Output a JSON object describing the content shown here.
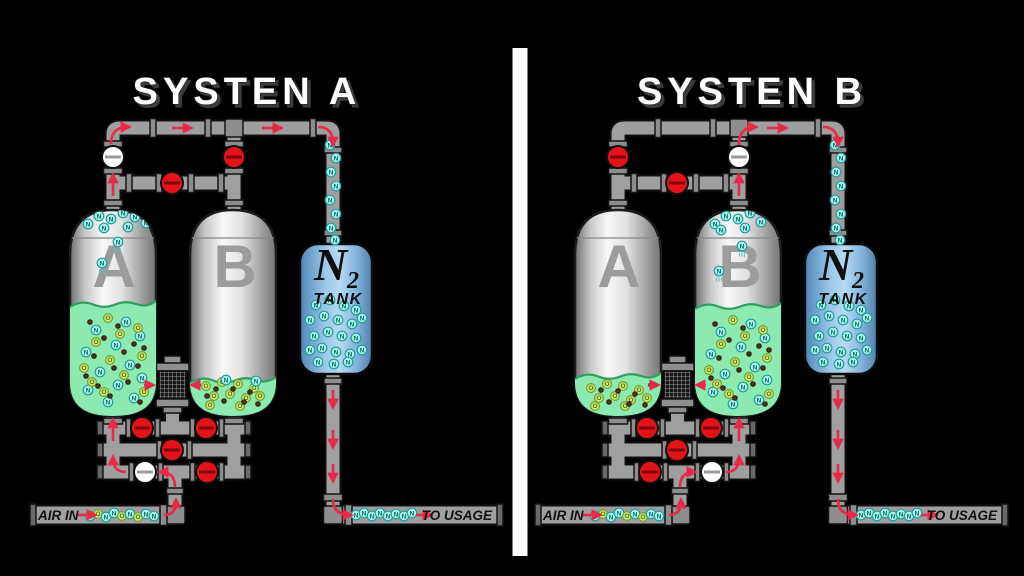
{
  "colors": {
    "background": "#000000",
    "pipe": "#9f9f9f",
    "pipe_outline": "#111111",
    "valve_open": "#ffffff",
    "valve_closed": "#e41219",
    "arrow": "#e8294a",
    "adsorbent_green": "#8ceab0",
    "n2_tank_blue": "#8cc0e8",
    "nitrogen_bubble": "#a8f0e6",
    "oxygen_molecule": "#cde97a",
    "impurity_dot": "#4f3418",
    "divider": "#ffffff",
    "title_text": "#ffffff",
    "tank_letter": "#9c9c9c",
    "label_text": "#111111"
  },
  "molecule_letters": {
    "n": "N",
    "o": "O"
  },
  "system_a": {
    "title": "SYSTEN A",
    "vessel_a_label": "A",
    "vessel_b_label": "B",
    "n2_tank": {
      "symbol": "N",
      "subscript": "2",
      "word": "TANK"
    },
    "air_in_label": "AIR IN",
    "to_usage_label": "TO USAGE",
    "valves": {
      "top_left": "open",
      "crossover": "closed",
      "top_right": "closed",
      "manifold_row1_left": "closed",
      "manifold_row1_right": "closed",
      "manifold_row2_center": "closed",
      "manifold_row3_left": "open",
      "manifold_row3_right": "closed"
    },
    "green_levels": {
      "vessel_a": 304,
      "vessel_b": 380
    },
    "molecules": {
      "vessel_a_head": [
        [
          88,
          224,
          "n"
        ],
        [
          99,
          216,
          "n"
        ],
        [
          111,
          219,
          "n"
        ],
        [
          123,
          213,
          "n"
        ],
        [
          135,
          217,
          "n"
        ],
        [
          146,
          223,
          "n"
        ],
        [
          104,
          228,
          "n"
        ],
        [
          128,
          227,
          "n"
        ],
        [
          118,
          242,
          "t"
        ],
        [
          102,
          263,
          "t"
        ]
      ],
      "vessel_a_bed": [
        [
          96,
          330,
          "n"
        ],
        [
          126,
          322,
          "n"
        ],
        [
          86,
          352,
          "n"
        ],
        [
          116,
          345,
          "n"
        ],
        [
          140,
          336,
          "n"
        ],
        [
          100,
          372,
          "n"
        ],
        [
          130,
          365,
          "n"
        ],
        [
          88,
          390,
          "n"
        ],
        [
          118,
          385,
          "n"
        ],
        [
          142,
          378,
          "n"
        ],
        [
          108,
          402,
          "n"
        ],
        [
          134,
          398,
          "n"
        ],
        [
          108,
          318,
          "o"
        ],
        [
          138,
          328,
          "o"
        ],
        [
          96,
          342,
          "o"
        ],
        [
          120,
          334,
          "o"
        ],
        [
          84,
          368,
          "o"
        ],
        [
          110,
          360,
          "o"
        ],
        [
          142,
          356,
          "o"
        ],
        [
          92,
          382,
          "o"
        ],
        [
          124,
          375,
          "o"
        ],
        [
          104,
          392,
          "o"
        ],
        [
          144,
          392,
          "o"
        ],
        [
          90,
          322,
          "d"
        ],
        [
          118,
          326,
          "d"
        ],
        [
          104,
          338,
          "d"
        ],
        [
          134,
          344,
          "d"
        ],
        [
          94,
          356,
          "d"
        ],
        [
          124,
          352,
          "d"
        ],
        [
          144,
          348,
          "d"
        ],
        [
          86,
          376,
          "d"
        ],
        [
          114,
          368,
          "d"
        ],
        [
          138,
          366,
          "d"
        ],
        [
          98,
          386,
          "d"
        ],
        [
          128,
          382,
          "d"
        ],
        [
          110,
          396,
          "d"
        ],
        [
          140,
          402,
          "d"
        ]
      ],
      "vessel_b_pool": [
        [
          206,
          386,
          "o"
        ],
        [
          222,
          382,
          "o"
        ],
        [
          238,
          384,
          "o"
        ],
        [
          254,
          388,
          "o"
        ],
        [
          214,
          396,
          "o"
        ],
        [
          230,
          394,
          "o"
        ],
        [
          246,
          398,
          "o"
        ],
        [
          260,
          396,
          "o"
        ],
        [
          210,
          405,
          "o"
        ],
        [
          240,
          406,
          "o"
        ],
        [
          216,
          389,
          "d"
        ],
        [
          233,
          389,
          "d"
        ],
        [
          250,
          392,
          "d"
        ],
        [
          224,
          401,
          "d"
        ],
        [
          244,
          402,
          "d"
        ],
        [
          258,
          404,
          "d"
        ],
        [
          207,
          396,
          "d"
        ],
        [
          226,
          380,
          "n"
        ],
        [
          256,
          381,
          "n"
        ]
      ],
      "riser": [
        [
          330,
          145,
          "n"
        ],
        [
          336,
          158,
          "n"
        ],
        [
          331,
          172,
          "n"
        ],
        [
          336,
          186,
          "n"
        ],
        [
          330,
          200,
          "n"
        ],
        [
          336,
          214,
          "n"
        ],
        [
          331,
          228,
          "n"
        ],
        [
          335,
          240,
          "n"
        ]
      ],
      "n2_tank": [
        [
          316,
          305,
          "n"
        ],
        [
          330,
          300,
          "n"
        ],
        [
          344,
          306,
          "n"
        ],
        [
          356,
          310,
          "n"
        ],
        [
          310,
          320,
          "n"
        ],
        [
          324,
          316,
          "n"
        ],
        [
          338,
          320,
          "n"
        ],
        [
          352,
          324,
          "n"
        ],
        [
          362,
          318,
          "n"
        ],
        [
          314,
          336,
          "n"
        ],
        [
          328,
          332,
          "n"
        ],
        [
          342,
          336,
          "n"
        ],
        [
          356,
          338,
          "n"
        ],
        [
          310,
          350,
          "n"
        ],
        [
          322,
          348,
          "n"
        ],
        [
          336,
          352,
          "n"
        ],
        [
          350,
          354,
          "n"
        ],
        [
          362,
          350,
          "n"
        ],
        [
          318,
          362,
          "n"
        ],
        [
          334,
          364,
          "n"
        ],
        [
          348,
          362,
          "n"
        ]
      ],
      "air_in_pipe": [
        [
          90,
          516,
          "n"
        ],
        [
          98,
          514,
          "o"
        ],
        [
          106,
          517,
          "n"
        ],
        [
          114,
          513,
          "n"
        ],
        [
          122,
          516,
          "o"
        ],
        [
          130,
          514,
          "n"
        ],
        [
          138,
          517,
          "o"
        ],
        [
          146,
          514,
          "n"
        ],
        [
          154,
          516,
          "n"
        ]
      ],
      "usage_pipe": [
        [
          356,
          515,
          "n"
        ],
        [
          364,
          513,
          "n"
        ],
        [
          372,
          516,
          "n"
        ],
        [
          380,
          513,
          "n"
        ],
        [
          388,
          516,
          "n"
        ],
        [
          396,
          514,
          "n"
        ],
        [
          404,
          516,
          "n"
        ],
        [
          412,
          513,
          "n"
        ]
      ]
    }
  },
  "system_b": {
    "title": "SYSTEN B",
    "vessel_a_label": "A",
    "vessel_b_label": "B",
    "n2_tank": {
      "symbol": "N",
      "subscript": "2",
      "word": "TANK"
    },
    "air_in_label": "AIR IN",
    "to_usage_label": "TO USAGE",
    "valves": {
      "top_left": "closed",
      "crossover": "closed",
      "top_right": "open",
      "manifold_row1_left": "closed",
      "manifold_row1_right": "closed",
      "manifold_row2_center": "closed",
      "manifold_row3_left": "closed",
      "manifold_row3_right": "open"
    },
    "green_levels": {
      "vessel_a": 376,
      "vessel_b": 306
    },
    "molecules": {
      "vessel_b_head": [
        [
          210,
          224,
          "n"
        ],
        [
          221,
          216,
          "n"
        ],
        [
          233,
          219,
          "n"
        ],
        [
          245,
          213,
          "n"
        ],
        [
          256,
          222,
          "n"
        ],
        [
          216,
          230,
          "n"
        ],
        [
          240,
          228,
          "n"
        ],
        [
          237,
          246,
          "t"
        ],
        [
          214,
          271,
          "t"
        ]
      ],
      "vessel_b_bed": [
        [
          216,
          332,
          "n"
        ],
        [
          246,
          324,
          "n"
        ],
        [
          206,
          354,
          "n"
        ],
        [
          236,
          347,
          "n"
        ],
        [
          260,
          338,
          "n"
        ],
        [
          220,
          374,
          "n"
        ],
        [
          250,
          367,
          "n"
        ],
        [
          208,
          392,
          "n"
        ],
        [
          238,
          387,
          "n"
        ],
        [
          262,
          380,
          "n"
        ],
        [
          228,
          404,
          "n"
        ],
        [
          254,
          400,
          "n"
        ],
        [
          228,
          320,
          "o"
        ],
        [
          258,
          330,
          "o"
        ],
        [
          216,
          344,
          "o"
        ],
        [
          240,
          336,
          "o"
        ],
        [
          204,
          370,
          "o"
        ],
        [
          230,
          362,
          "o"
        ],
        [
          262,
          358,
          "o"
        ],
        [
          212,
          384,
          "o"
        ],
        [
          244,
          377,
          "o"
        ],
        [
          224,
          394,
          "o"
        ],
        [
          264,
          394,
          "o"
        ],
        [
          210,
          324,
          "d"
        ],
        [
          238,
          328,
          "d"
        ],
        [
          224,
          340,
          "d"
        ],
        [
          254,
          346,
          "d"
        ],
        [
          214,
          358,
          "d"
        ],
        [
          244,
          354,
          "d"
        ],
        [
          264,
          350,
          "d"
        ],
        [
          206,
          378,
          "d"
        ],
        [
          234,
          370,
          "d"
        ],
        [
          258,
          368,
          "d"
        ],
        [
          218,
          388,
          "d"
        ],
        [
          248,
          384,
          "d"
        ],
        [
          230,
          398,
          "d"
        ],
        [
          260,
          404,
          "d"
        ]
      ],
      "vessel_a_pool": [
        [
          86,
          388,
          "o"
        ],
        [
          102,
          384,
          "o"
        ],
        [
          118,
          386,
          "o"
        ],
        [
          134,
          390,
          "o"
        ],
        [
          94,
          398,
          "o"
        ],
        [
          110,
          396,
          "o"
        ],
        [
          126,
          400,
          "o"
        ],
        [
          142,
          398,
          "o"
        ],
        [
          90,
          406,
          "o"
        ],
        [
          120,
          406,
          "o"
        ],
        [
          96,
          390,
          "d"
        ],
        [
          113,
          391,
          "d"
        ],
        [
          130,
          394,
          "d"
        ],
        [
          104,
          402,
          "d"
        ],
        [
          124,
          404,
          "d"
        ],
        [
          140,
          405,
          "d"
        ],
        [
          146,
          385,
          "d"
        ]
      ],
      "riser": [
        [
          330,
          145,
          "n"
        ],
        [
          336,
          158,
          "n"
        ],
        [
          331,
          172,
          "n"
        ],
        [
          336,
          186,
          "n"
        ],
        [
          330,
          200,
          "n"
        ],
        [
          336,
          214,
          "n"
        ],
        [
          331,
          228,
          "n"
        ],
        [
          335,
          240,
          "n"
        ]
      ],
      "n2_tank": [
        [
          316,
          305,
          "n"
        ],
        [
          330,
          300,
          "n"
        ],
        [
          344,
          306,
          "n"
        ],
        [
          356,
          310,
          "n"
        ],
        [
          310,
          320,
          "n"
        ],
        [
          324,
          316,
          "n"
        ],
        [
          338,
          320,
          "n"
        ],
        [
          352,
          324,
          "n"
        ],
        [
          362,
          318,
          "n"
        ],
        [
          314,
          336,
          "n"
        ],
        [
          328,
          332,
          "n"
        ],
        [
          342,
          336,
          "n"
        ],
        [
          356,
          338,
          "n"
        ],
        [
          310,
          350,
          "n"
        ],
        [
          322,
          348,
          "n"
        ],
        [
          336,
          352,
          "n"
        ],
        [
          350,
          354,
          "n"
        ],
        [
          362,
          350,
          "n"
        ],
        [
          318,
          362,
          "n"
        ],
        [
          334,
          364,
          "n"
        ],
        [
          348,
          362,
          "n"
        ]
      ],
      "air_in_pipe": [
        [
          90,
          516,
          "n"
        ],
        [
          98,
          514,
          "o"
        ],
        [
          106,
          517,
          "n"
        ],
        [
          114,
          513,
          "n"
        ],
        [
          122,
          516,
          "o"
        ],
        [
          130,
          514,
          "n"
        ],
        [
          138,
          517,
          "o"
        ],
        [
          146,
          514,
          "n"
        ],
        [
          154,
          516,
          "n"
        ]
      ],
      "usage_pipe": [
        [
          356,
          515,
          "n"
        ],
        [
          364,
          513,
          "n"
        ],
        [
          372,
          516,
          "n"
        ],
        [
          380,
          513,
          "n"
        ],
        [
          388,
          516,
          "n"
        ],
        [
          396,
          514,
          "n"
        ],
        [
          404,
          516,
          "n"
        ],
        [
          412,
          513,
          "n"
        ]
      ]
    }
  }
}
